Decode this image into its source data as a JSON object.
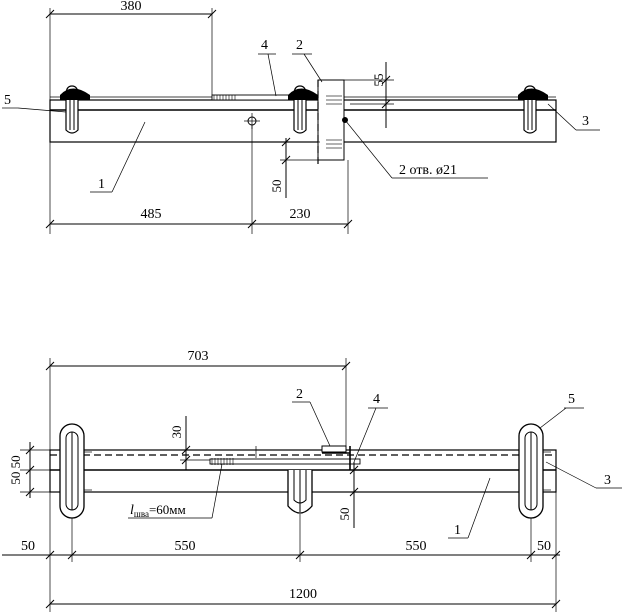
{
  "top_view": {
    "dims": {
      "d380": "380",
      "d55": "55",
      "d50": "50",
      "d485": "485",
      "d230": "230"
    },
    "callouts": {
      "c1": "1",
      "c2": "2",
      "c3": "3",
      "c4": "4",
      "c5": "5"
    },
    "holes_note": "2 отв. ø21"
  },
  "bottom_view": {
    "dims": {
      "d703": "703",
      "d30": "30",
      "d50_50": "50 50",
      "d50_right": "50",
      "d50_left": "50",
      "d550_a": "550",
      "d550_b": "550",
      "d50_end": "50",
      "d1200": "1200"
    },
    "callouts": {
      "c1": "1",
      "c2": "2",
      "c3": "3",
      "c4": "4",
      "c5": "5"
    },
    "weld_note": {
      "symbol": "l",
      "subscript": "шва",
      "value": "=60мм"
    }
  }
}
